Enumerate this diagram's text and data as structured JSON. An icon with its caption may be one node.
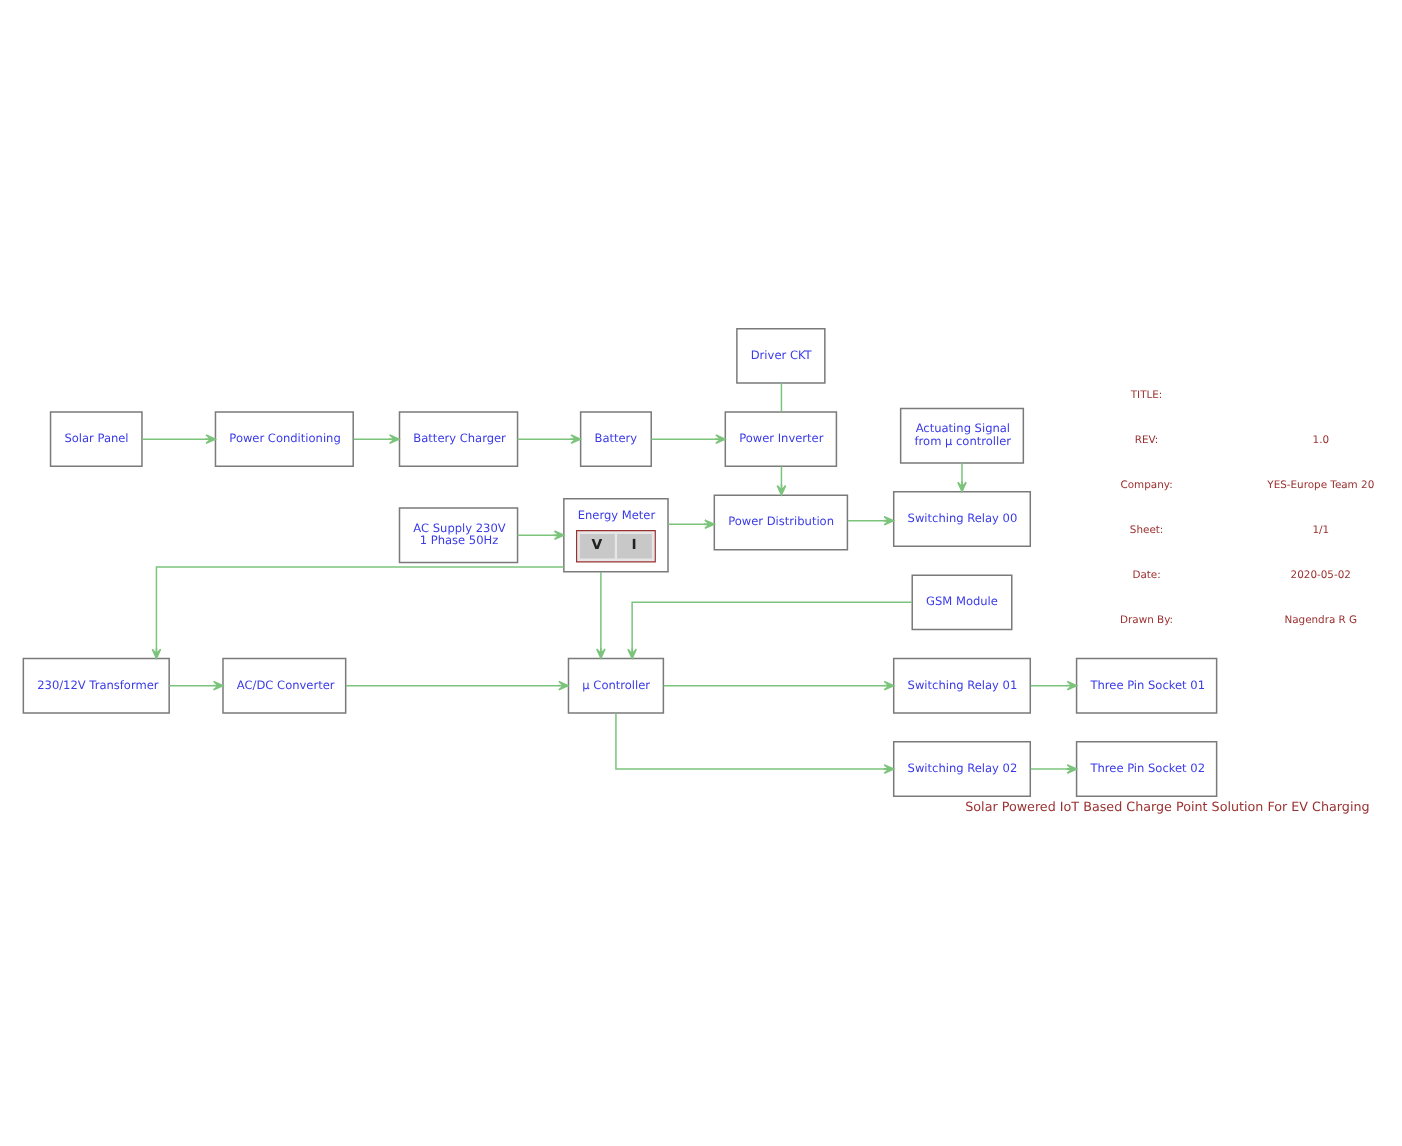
{
  "diagram": {
    "title": "Solar Powered IoT Based Charge Point Solution For EV Charging",
    "nodes": [
      {
        "text": [
          "Solar Panel"
        ]
      },
      {
        "text": [
          "Power Conditioning"
        ]
      },
      {
        "text": [
          "Battery Charger"
        ]
      },
      {
        "text": [
          "Battery"
        ]
      },
      {
        "text": [
          "Driver CKT"
        ]
      },
      {
        "text": [
          "Power Inverter"
        ]
      },
      {
        "text": [
          "Actuating Signal from μ controller"
        ]
      },
      {
        "text": [
          "AC Supply 230V 1 Phase 50Hz"
        ]
      },
      {
        "text": [
          "Energy Meter",
          "V",
          "I"
        ]
      },
      {
        "text": [
          "Power Distribution"
        ]
      },
      {
        "text": [
          "Switching Relay 00"
        ]
      },
      {
        "text": [
          "GSM Module"
        ]
      },
      {
        "text": [
          "230/12V Transformer"
        ]
      },
      {
        "text": [
          "AC/DC Converter"
        ]
      },
      {
        "text": [
          "μ Controller"
        ]
      },
      {
        "text": [
          "Switching Relay 01"
        ]
      },
      {
        "text": [
          "Three Pin Socket 01"
        ]
      },
      {
        "text": [
          "Switching Relay 02"
        ]
      },
      {
        "text": [
          "Three Pin Socket 02"
        ]
      }
    ],
    "edges": [
      {
        "from": 0,
        "to": 1,
        "arrow": "to"
      },
      {
        "from": 1,
        "to": 2,
        "arrow": "to"
      },
      {
        "from": 2,
        "to": 3,
        "arrow": "to"
      },
      {
        "from": 3,
        "to": 5,
        "arrow": "to"
      },
      {
        "from": 4,
        "to": 5,
        "arrow": "none"
      },
      {
        "from": 5,
        "to": 9,
        "arrow": "to"
      },
      {
        "from": 6,
        "to": 10,
        "arrow": "to"
      },
      {
        "from": 7,
        "to": 8,
        "arrow": "to"
      },
      {
        "from": 8,
        "to": 9,
        "arrow": "to"
      },
      {
        "from": 9,
        "to": 10,
        "arrow": "to"
      },
      {
        "from": 8,
        "to": 12,
        "arrow": "to"
      },
      {
        "from": 8,
        "to": 14,
        "arrow": "to"
      },
      {
        "from": 11,
        "to": 14,
        "arrow": "to"
      },
      {
        "from": 12,
        "to": 13,
        "arrow": "to"
      },
      {
        "from": 13,
        "to": 14,
        "arrow": "to"
      },
      {
        "from": 14,
        "to": 15,
        "arrow": "to"
      },
      {
        "from": 14,
        "to": 17,
        "arrow": "to"
      },
      {
        "from": 15,
        "to": 16,
        "arrow": "to"
      },
      {
        "from": 17,
        "to": 18,
        "arrow": "to"
      }
    ],
    "labels": [
      "TITLE:",
      "REV:",
      "1.0",
      "Company:",
      "YES-Europe Team 20",
      "Sheet:",
      "1/1",
      "Date:",
      "2020-05-02",
      "Drawn By:",
      "Nagendra R G"
    ]
  }
}
